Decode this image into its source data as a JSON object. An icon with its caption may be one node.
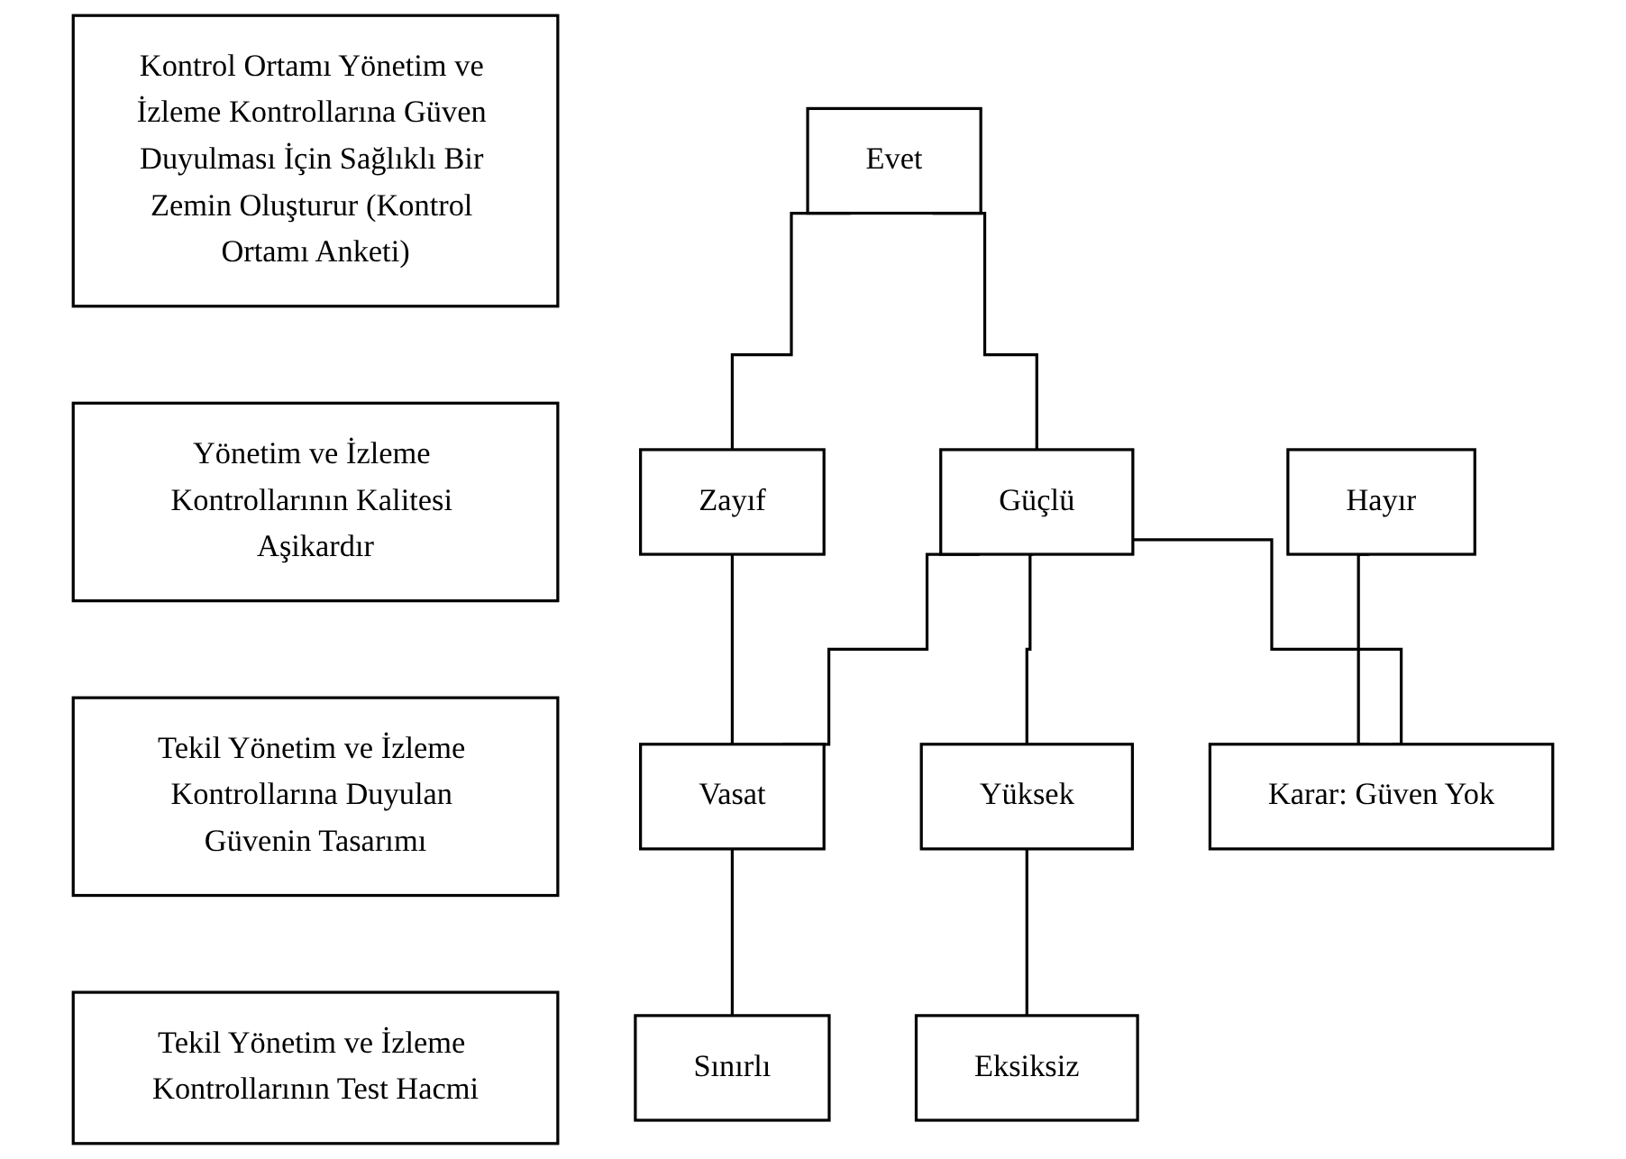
{
  "diagram": {
    "nodes": [
      {
        "text": [
          "Kontrol Ortamı Yönetim ve İzleme Kontrollarına Güven Duyulması İçin Sağlıklı Bir Zemin Oluşturur (Kontrol Ortamı Anketi)"
        ]
      },
      {
        "text": [
          "Evet"
        ]
      },
      {
        "text": [
          "Hayır"
        ]
      },
      {
        "text": [
          "Yönetim ve İzleme Kontrollarının Kalitesi Aşikardır"
        ]
      },
      {
        "text": [
          "Zayıf"
        ]
      },
      {
        "text": [
          "Güçlü"
        ]
      },
      {
        "text": [
          "Tekil Yönetim ve İzleme Kontrollarına Duyulan Güvenin Tasarımı"
        ]
      },
      {
        "text": [
          "Vasat"
        ]
      },
      {
        "text": [
          "Yüksek"
        ]
      },
      {
        "text": [
          "Karar: Güven Yok"
        ]
      },
      {
        "text": [
          "Tekil Yönetim ve İzleme Kontrollarının Test Hacmi"
        ]
      },
      {
        "text": [
          "Sınırlı"
        ]
      },
      {
        "text": [
          "Eksiksiz"
        ]
      }
    ],
    "edges": [
      {
        "from": 1,
        "to": 4,
        "arrow": "none"
      },
      {
        "from": 1,
        "to": 5,
        "arrow": "none"
      },
      {
        "from": 2,
        "to": 9,
        "arrow": "none"
      },
      {
        "from": 4,
        "to": 7,
        "arrow": "none"
      },
      {
        "from": 5,
        "to": 7,
        "arrow": "none"
      },
      {
        "from": 5,
        "to": 8,
        "arrow": "none"
      },
      {
        "from": 5,
        "to": 9,
        "arrow": "none"
      },
      {
        "from": 7,
        "to": 11,
        "arrow": "none"
      },
      {
        "from": 8,
        "to": 12,
        "arrow": "none"
      }
    ]
  }
}
